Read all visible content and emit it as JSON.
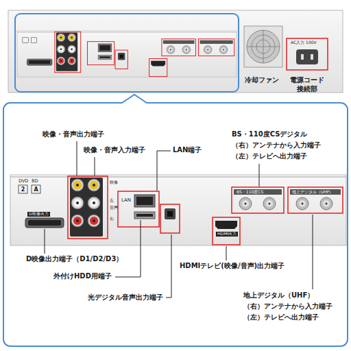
{
  "diagram": {
    "labels": [
      "冷却ファン",
      "電源コード 接続部",
      "映像・音声出力端子",
      "映像・音声入力端子",
      "LAN端子",
      "BS・110度CSデジタル",
      "（右）アンテナから入力端子",
      "（左）テレビへ出力端子",
      "D映像出力端子（D1/D2/D3）",
      "外付けHDD用端子",
      "光デジタル音声出力端子",
      "HDMIテレビ(映像/音声)出力端子",
      "地上デジタル（UHF）",
      "（右）アンテナから入力端子",
      "（左）テレビへ出力端子",
      "DVD",
      "2",
      "BD",
      "A",
      "D映像出力",
      "映像",
      "左",
      "音声",
      "右",
      "LAN",
      "HDMI出力",
      "BS・110度CS",
      "地上デジタル（UHF）",
      "AC入力 100V"
    ]
  }
}
